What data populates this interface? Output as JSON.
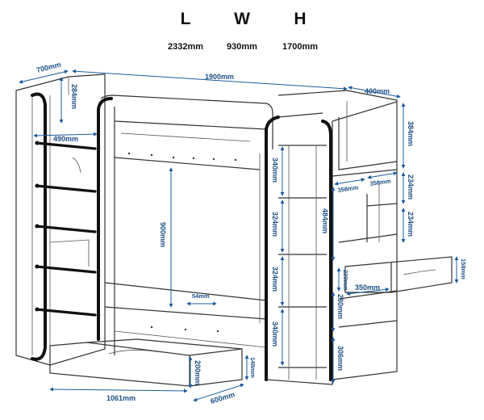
{
  "header": {
    "l_letter": "L",
    "w_letter": "W",
    "h_letter": "H",
    "l_value": "2332mm",
    "w_value": "930mm",
    "h_value": "1700mm"
  },
  "dimensions": {
    "d700": "700mm",
    "d1900": "1900mm",
    "d400": "400mm",
    "d284": "284mm",
    "d490": "490mm",
    "d384": "384mm",
    "d340a": "340mm",
    "d324a": "324mm",
    "d324b": "324mm",
    "d340b": "340mm",
    "d900": "900mm",
    "d54": "54mm",
    "d358a": "358mm",
    "d358b": "358mm",
    "d234a": "234mm",
    "d234b": "234mm",
    "d484": "484mm",
    "d158": "158mm",
    "d350": "350mm",
    "d220": "220mm",
    "d280": "280mm",
    "d306": "306mm",
    "d148": "148mm",
    "d200": "200mm",
    "d1061": "1061mm",
    "d600": "600mm"
  },
  "colors": {
    "dimension_line": "#1d5c9c",
    "dimension_text": "#1d4f84",
    "edge_band": "#111111"
  }
}
